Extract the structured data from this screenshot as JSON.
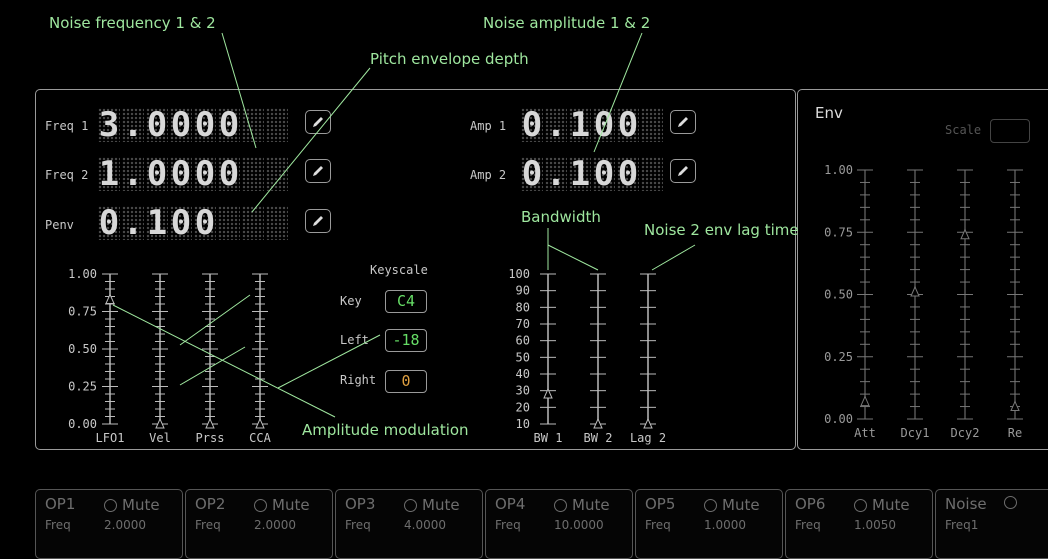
{
  "annotations": {
    "noise_freq": "Noise frequency 1 & 2",
    "noise_amp": "Noise amplitude 1 & 2",
    "pitch_env": "Pitch envelope depth",
    "bandwidth": "Bandwidth",
    "lag_time": "Noise 2 env lag time",
    "amp_mod": "Amplitude modulation"
  },
  "fields": {
    "freq1": {
      "label": "Freq 1",
      "value": "3.0000"
    },
    "freq2": {
      "label": "Freq 2",
      "value": "1.0000"
    },
    "penv": {
      "label": "Penv",
      "value": "0.100"
    },
    "amp1": {
      "label": "Amp 1",
      "value": "0.100"
    },
    "amp2": {
      "label": "Amp 2",
      "value": "0.100"
    }
  },
  "keyscale": {
    "title": "Keyscale",
    "key_label": "Key",
    "key_value": "C4",
    "left_label": "Left",
    "left_value": "-18",
    "right_label": "Right",
    "right_value": "0"
  },
  "mod_sliders": {
    "ticks": [
      "1.00",
      "0.75",
      "0.50",
      "0.25",
      "0.00"
    ],
    "labels": [
      "LFO1",
      "Vel",
      "Prss",
      "CCA"
    ],
    "values": [
      0.83,
      0,
      0,
      0
    ]
  },
  "bw_sliders": {
    "ticks": [
      "100",
      "90",
      "80",
      "70",
      "60",
      "50",
      "40",
      "30",
      "20",
      "10"
    ],
    "labels": [
      "BW 1",
      "BW 2",
      "Lag 2"
    ],
    "values": [
      28,
      10,
      10
    ]
  },
  "env": {
    "title": "Env",
    "scale_label": "Scale",
    "ticks": [
      "1.00",
      "0.75",
      "0.50",
      "0.25",
      "0.00"
    ],
    "labels": [
      "Att",
      "Dcy1",
      "Dcy2",
      "Re"
    ],
    "values": [
      0.07,
      0.51,
      0.74,
      0.05
    ]
  },
  "tabs": [
    {
      "name": "OP1",
      "mute": "Mute",
      "freq_label": "Freq",
      "freq": "2.0000"
    },
    {
      "name": "OP2",
      "mute": "Mute",
      "freq_label": "Freq",
      "freq": "2.0000"
    },
    {
      "name": "OP3",
      "mute": "Mute",
      "freq_label": "Freq",
      "freq": "4.0000"
    },
    {
      "name": "OP4",
      "mute": "Mute",
      "freq_label": "Freq",
      "freq": "10.0000"
    },
    {
      "name": "OP5",
      "mute": "Mute",
      "freq_label": "Freq",
      "freq": "1.0000"
    },
    {
      "name": "OP6",
      "mute": "Mute",
      "freq_label": "Freq",
      "freq": "1.0050"
    },
    {
      "name": "Noise",
      "mute": "",
      "freq_label": "Freq1",
      "freq": ""
    }
  ],
  "colors": {
    "annotation": "#9fe79f",
    "key_green": "#66dd66",
    "right_orange": "#e0a040",
    "border": "#9a9a9a"
  }
}
